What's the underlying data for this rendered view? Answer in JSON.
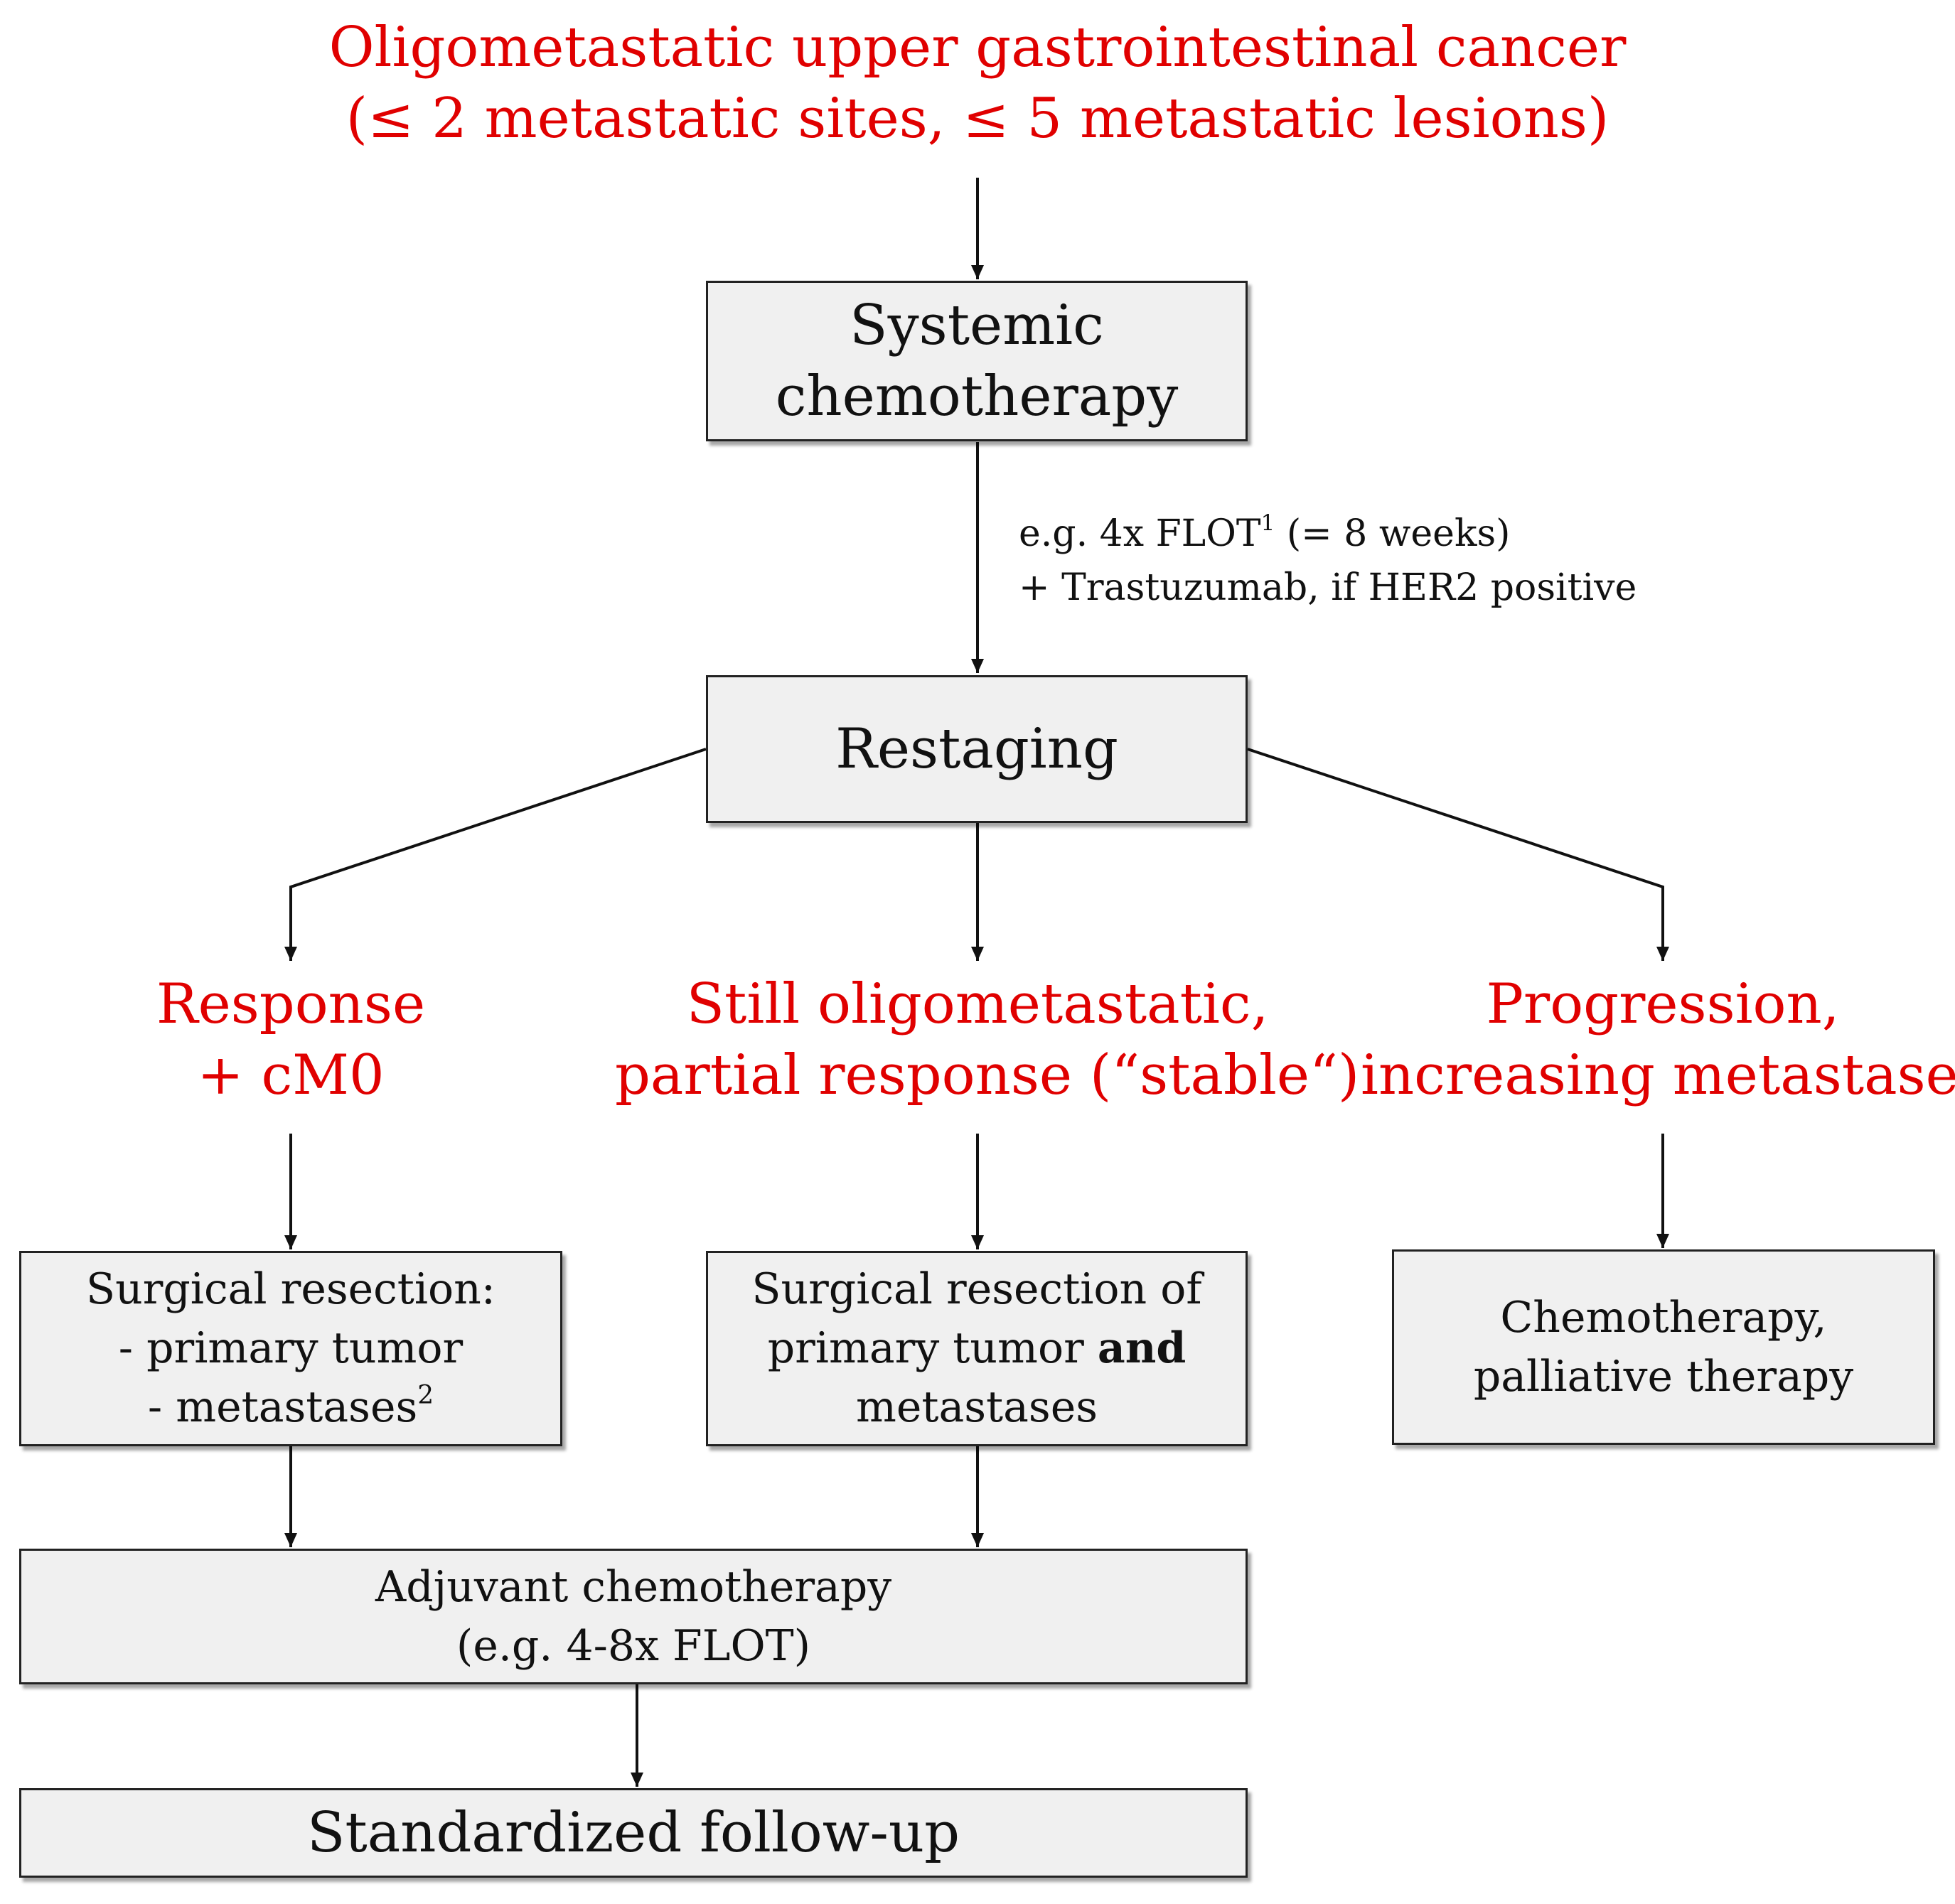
{
  "title": {
    "line1": "Oligometastatic upper gastrointestinal cancer",
    "line2": "(≤ 2 metastatic sites, ≤ 5 metastatic lesions)"
  },
  "nodes": {
    "systemic_chemo": {
      "line1": "Systemic",
      "line2": "chemotherapy"
    },
    "chemo_note": {
      "line1_pre": "e.g. 4x FLOT",
      "line1_sup": "1",
      "line1_post": " (= 8 weeks)",
      "line2": "+ Trastuzumab, if HER2 positive"
    },
    "restaging": {
      "label": "Restaging"
    },
    "response": {
      "line1": "Response",
      "line2": "+ cM0"
    },
    "stable": {
      "line1": "Still oligometastatic,",
      "line2": "partial response (“stable“)"
    },
    "progression": {
      "line1": "Progression,",
      "line2": "increasing metastases"
    },
    "resection_left": {
      "line1": "Surgical resection:",
      "line2": "- primary tumor",
      "line3_pre": "- metastases",
      "line3_sup": "2"
    },
    "resection_mid": {
      "line1": "Surgical resection of",
      "line2_pre": "primary tumor ",
      "line2_bold": "and",
      "line3": "metastases"
    },
    "palliative": {
      "line1": "Chemotherapy,",
      "line2": "palliative therapy"
    },
    "adjuvant": {
      "line1": "Adjuvant chemotherapy",
      "line2": "(e.g. 4-8x FLOT)"
    },
    "follow_up": {
      "label": "Standardized follow-up"
    }
  },
  "colors": {
    "highlight_text": "#e00000",
    "box_fill": "#f0f0f0",
    "box_border": "#222222",
    "connector": "#111111"
  }
}
